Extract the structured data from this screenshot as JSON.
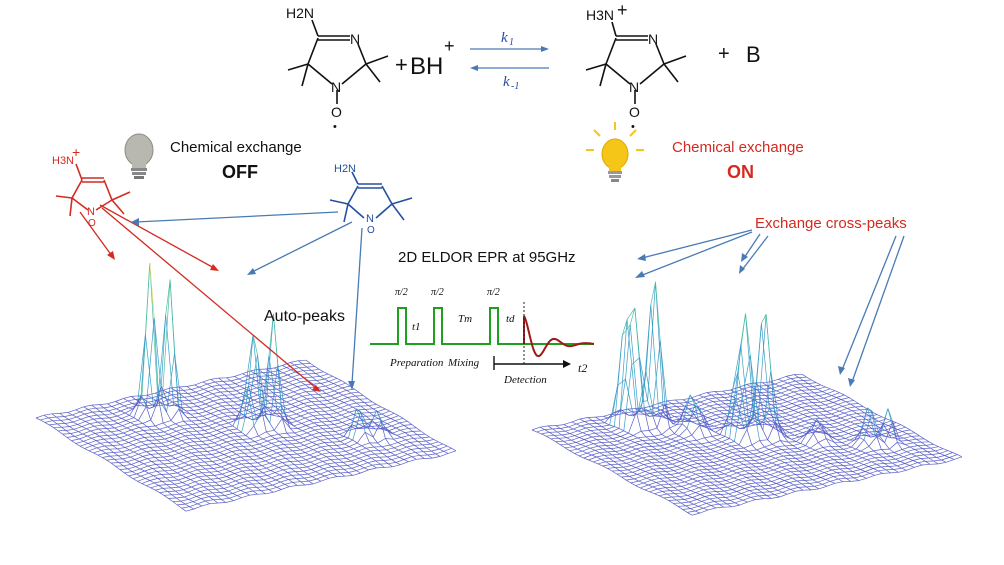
{
  "reaction": {
    "plus_1": "+",
    "reagent": "BH",
    "reagent_charge": "+",
    "forward_rate": "k",
    "forward_sub": "1",
    "reverse_rate": "k",
    "reverse_sub": "-1",
    "plus_2": "+",
    "product": "B"
  },
  "molecules": {
    "nh2": "H2N",
    "nh3": "H3N",
    "charge": "+",
    "n": "N",
    "o": "O",
    "radical": "•"
  },
  "left_panel": {
    "title": "Chemical exchange",
    "state": "OFF",
    "peaks_label": "Auto-peaks"
  },
  "right_panel": {
    "title": "Chemical exchange",
    "state": "ON",
    "peaks_label": "Exchange cross-peaks"
  },
  "pulse_sequence": {
    "title": "2D ELDOR EPR at 95GHz",
    "pulse_label": "π/2",
    "t1": "t1",
    "tm": "Tm",
    "td": "td",
    "t2": "t2",
    "phase_preparation": "Preparation",
    "phase_mixing": "Mixing",
    "phase_detection": "Detection"
  },
  "colors": {
    "red": "#d42a20",
    "blue": "#2450a0",
    "arrow_blue": "#4a7ab6",
    "mesh": "#5a60c8",
    "green": "#1ea01e",
    "bulb_on": "#f5c518",
    "bulb_off": "#b8b8b0"
  }
}
